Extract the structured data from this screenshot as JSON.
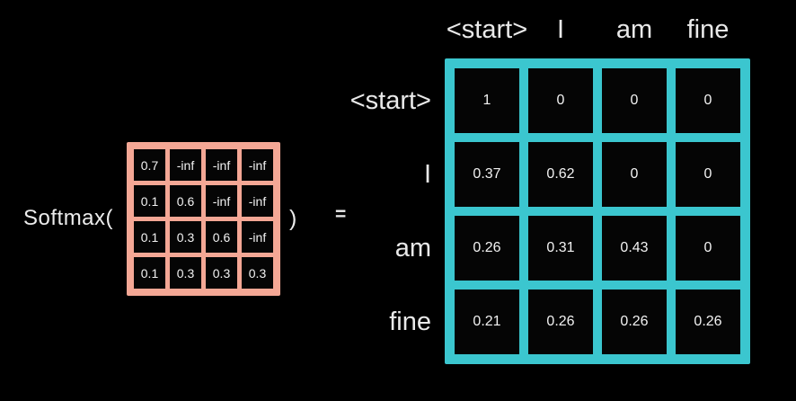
{
  "expression": {
    "softmax_open": "Softmax(",
    "close_paren": ")",
    "equals_sign": "="
  },
  "masked_matrix": {
    "description_name": "masked-attention-scores",
    "rows": [
      [
        "0.7",
        "-inf",
        "-inf",
        "-inf"
      ],
      [
        "0.1",
        "0.6",
        "-inf",
        "-inf"
      ],
      [
        "0.1",
        "0.3",
        "0.6",
        "-inf"
      ],
      [
        "0.1",
        "0.3",
        "0.3",
        "0.3"
      ]
    ],
    "frame_color": "#f4a795"
  },
  "softmax_matrix": {
    "description_name": "softmax-attention-weights",
    "column_labels": [
      "<start>",
      "I",
      "am",
      "fine"
    ],
    "row_labels": [
      "<start>",
      "I",
      "am",
      "fine"
    ],
    "rows": [
      [
        "1",
        "0",
        "0",
        "0"
      ],
      [
        "0.37",
        "0.62",
        "0",
        "0"
      ],
      [
        "0.26",
        "0.31",
        "0.43",
        "0"
      ],
      [
        "0.21",
        "0.26",
        "0.26",
        "0.26"
      ]
    ],
    "frame_color": "#3bc6cf"
  },
  "colors": {
    "background": "#000000",
    "text": "#ededed",
    "cell_background": "#050505"
  }
}
